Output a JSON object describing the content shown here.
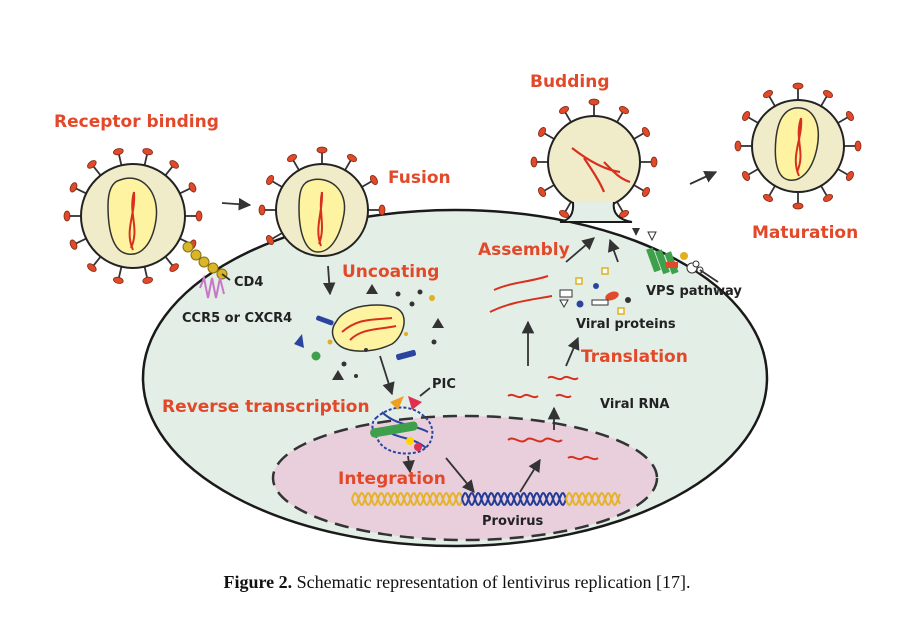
{
  "stages": {
    "receptor_binding": "Receptor binding",
    "fusion": "Fusion",
    "uncoating": "Uncoating",
    "reverse_transcription": "Reverse transcription",
    "integration": "Integration",
    "translation": "Translation",
    "assembly": "Assembly",
    "budding": "Budding",
    "maturation": "Maturation"
  },
  "labels": {
    "cd4": "CD4",
    "coreceptor": "CCR5 or CXCR4",
    "pic": "PIC",
    "viral_rna": "Viral RNA",
    "viral_proteins": "Viral proteins",
    "vps_pathway": "VPS pathway",
    "provirus": "Provirus"
  },
  "caption": {
    "prefix": "Figure 2.",
    "text": " Schematic representation of lentivirus replication [17]."
  },
  "colors": {
    "stage_text": "#e2492a",
    "cell_fill": "#e3eee6",
    "nucleus_fill": "#e9cfdc",
    "virion_fill": "#f0ebc8",
    "core_fill": "#fdf3a0",
    "rna": "#d8301e",
    "spike": "#e2492a",
    "provirus_host": "#e3b32b",
    "provirus_viral": "#233c96"
  }
}
